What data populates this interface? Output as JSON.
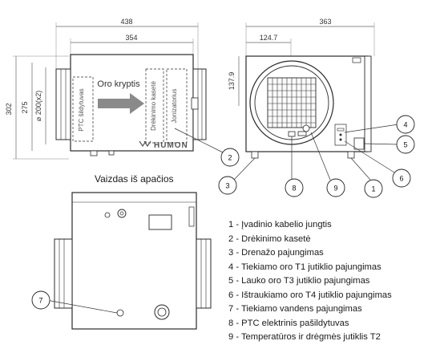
{
  "dimensions": {
    "top_total_width": "438",
    "top_body_width": "354",
    "left_height_302": "302",
    "left_height_275": "275",
    "left_diameter": "⌀ 200(x2)",
    "side_total_width": "363",
    "side_offset": "124.7",
    "side_height": "137.9"
  },
  "labels": {
    "ptc_heater": "PTC šildytuvas",
    "airflow_direction": "Oro kryptis",
    "humidification_cassette": "Drėkinimo kasetė",
    "ionizer": "Jonizatorius",
    "brand": "HUMON",
    "bottom_view_title": "Vaizdas iš apačios"
  },
  "callouts": [
    "1",
    "2",
    "3",
    "4",
    "5",
    "6",
    "7",
    "8",
    "9"
  ],
  "legend": [
    "1 - Įvadinio kabelio jungtis",
    "2 - Drėkinimo kasetė",
    "3 - Drenažo pajungimas",
    "4 - Tiekiamo oro T1 jutiklio pajungimas",
    "5 - Lauko oro T3 jutiklio pajungimas",
    "6 - Ištraukiamo oro T4 jutiklio pajungimas",
    "7 - Tiekiamo vandens pajungimas",
    "8 - PTC elektrinis pašildytuvas",
    "9 - Temperatūros ir drėgmės jutiklis T2"
  ],
  "colors": {
    "arrow": "#8a8a8a",
    "line": "#2a2a2a",
    "dimline": "#555555"
  }
}
